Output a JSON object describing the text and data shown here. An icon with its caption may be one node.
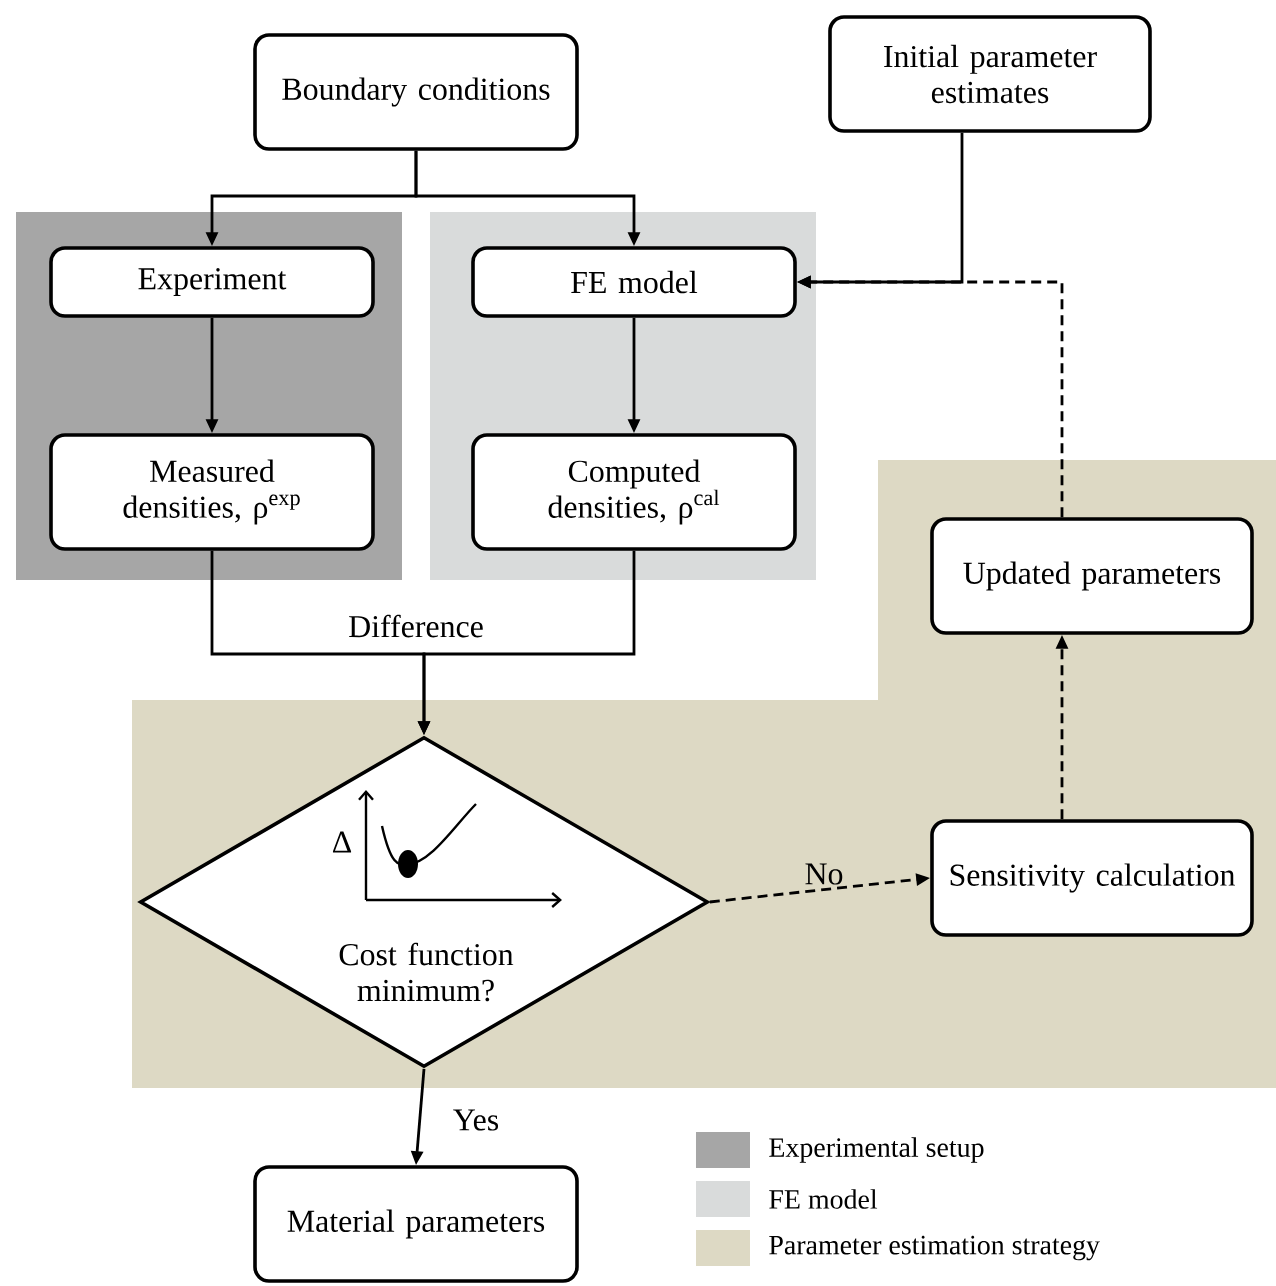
{
  "diagram": {
    "nodes": [
      {
        "text": [
          "Boundary conditions"
        ]
      },
      {
        "text": [
          "Initial parameter estimates"
        ]
      },
      {
        "text": [
          "Experiment"
        ]
      },
      {
        "text": [
          "FE model"
        ]
      },
      {
        "text": [
          "Measured densities, ρ$^{exp}$"
        ]
      },
      {
        "text": [
          "Computed densities, ρ$^{cal}$"
        ]
      },
      {
        "text": [
          "Updated parameters"
        ]
      },
      {
        "text": [
          "Δ",
          "Cost function minimum?"
        ]
      },
      {
        "text": [
          "Sensitivity calculation"
        ]
      },
      {
        "text": [
          "Material parameters"
        ]
      }
    ],
    "edges": [
      {
        "from": 0,
        "to": 2,
        "arrow": "to"
      },
      {
        "from": 0,
        "to": 3,
        "arrow": "to"
      },
      {
        "from": 1,
        "to": 3,
        "arrow": "to"
      },
      {
        "from": 6,
        "to": 3,
        "arrow": "to",
        "style": "dashed"
      },
      {
        "from": 2,
        "to": 4,
        "arrow": "to"
      },
      {
        "from": 3,
        "to": 5,
        "arrow": "to"
      },
      {
        "from": 4,
        "to": 7,
        "arrow": "to",
        "label": "Difference"
      },
      {
        "from": 5,
        "to": 7,
        "arrow": "to"
      },
      {
        "from": 7,
        "to": 8,
        "arrow": "to",
        "style": "dashed",
        "label": "No"
      },
      {
        "from": 8,
        "to": 6,
        "arrow": "to",
        "style": "dashed"
      },
      {
        "from": 7,
        "to": 9,
        "arrow": "to",
        "label": "Yes"
      }
    ],
    "legend": [
      {
        "text": "Experimental setup",
        "color": "#a6a6a6"
      },
      {
        "text": "FE model",
        "color": "#d9dbdb"
      },
      {
        "text": "Parameter estimation strategy",
        "color": "#ddd9c4"
      }
    ]
  }
}
